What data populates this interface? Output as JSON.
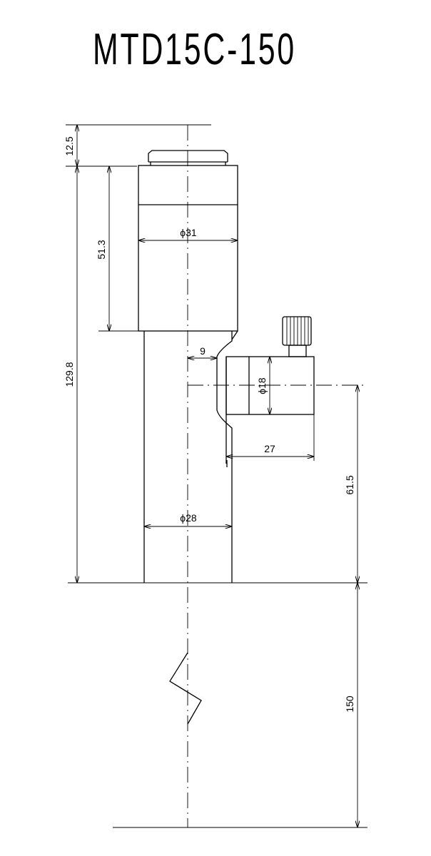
{
  "title": "MTD15C-150",
  "dimensions": {
    "d12_5": "12.5",
    "d51_3": "51.3",
    "d31": "ϕ31",
    "d9": "9",
    "d18": "ϕ18",
    "d27": "27",
    "d129_8": "129.8",
    "d61_5": "61.5",
    "d28": "ϕ28",
    "d150": "150"
  }
}
